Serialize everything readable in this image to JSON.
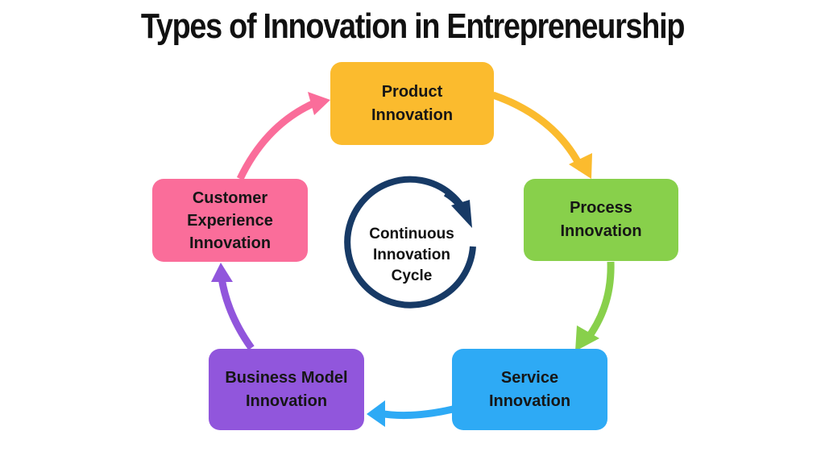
{
  "title": "Types of Innovation in Entrepreneurship",
  "center": {
    "label": "Continuous\nInnovation\nCycle",
    "icon": "cycle-arrow-icon",
    "color": "#173a66"
  },
  "nodes": [
    {
      "id": "product",
      "label": "Product\nInnovation",
      "color": "#fbbb2e"
    },
    {
      "id": "process",
      "label": "Process\nInnovation",
      "color": "#88d04b"
    },
    {
      "id": "service",
      "label": "Service\nInnovation",
      "color": "#2eaaf5"
    },
    {
      "id": "business-model",
      "label": "Business Model\nInnovation",
      "color": "#9156dc"
    },
    {
      "id": "customer-experience",
      "label": "Customer\nExperience\nInnovation",
      "color": "#fa6d9a"
    }
  ],
  "edges": [
    {
      "from": "product",
      "to": "process"
    },
    {
      "from": "process",
      "to": "service"
    },
    {
      "from": "service",
      "to": "business-model"
    },
    {
      "from": "business-model",
      "to": "customer-experience"
    },
    {
      "from": "customer-experience",
      "to": "product"
    }
  ]
}
